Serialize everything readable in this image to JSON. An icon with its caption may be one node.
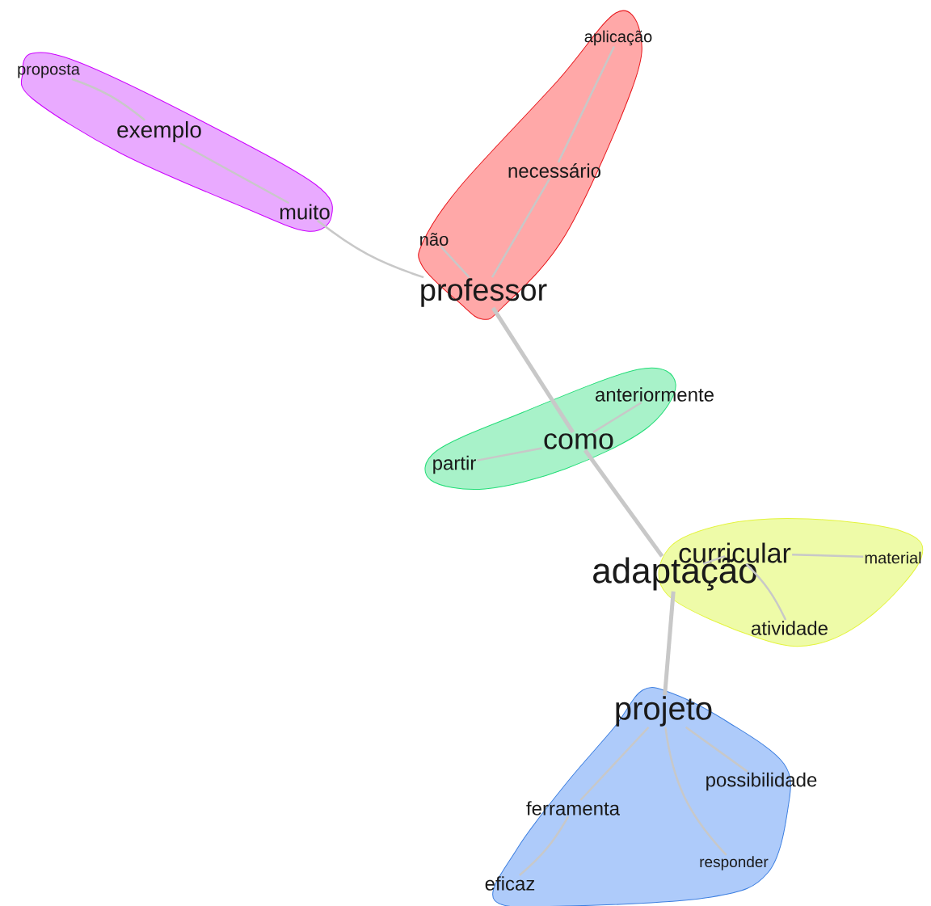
{
  "diagram": {
    "nodes": [
      {
        "text": [],
        "shape": "cloud"
      },
      {
        "text": [
          "proposta"
        ],
        "in": 0
      },
      {
        "text": [
          "exemplo"
        ],
        "in": 0
      },
      {
        "text": [
          "muito"
        ],
        "in": 0
      },
      {
        "text": [],
        "shape": "cloud"
      },
      {
        "text": [
          "aplicação"
        ],
        "in": 4
      },
      {
        "text": [
          "necessário"
        ],
        "in": 4
      },
      {
        "text": [
          "não"
        ],
        "in": 4
      },
      {
        "text": [
          "professor"
        ],
        "in": 4
      },
      {
        "text": [],
        "shape": "cloud"
      },
      {
        "text": [
          "anteriormente"
        ]
      },
      {
        "text": [
          "como"
        ],
        "in": 9
      },
      {
        "text": [
          "partir"
        ],
        "in": 9
      },
      {
        "text": [],
        "shape": "cloud"
      },
      {
        "text": [
          "curricular"
        ],
        "in": 13
      },
      {
        "text": [
          "material"
        ],
        "in": 13
      },
      {
        "text": [
          "adaptação"
        ]
      },
      {
        "text": [
          "atividade"
        ],
        "in": 13
      },
      {
        "text": [
          "projeto"
        ],
        "in": 19
      },
      {
        "text": [],
        "shape": "cloud"
      },
      {
        "text": [
          "possibilidade"
        ]
      },
      {
        "text": [
          "ferramenta"
        ],
        "in": 19
      },
      {
        "text": [
          "responder"
        ],
        "in": 19
      },
      {
        "text": [
          "eficaz"
        ]
      }
    ],
    "edges": [
      {
        "from": 1,
        "to": 2,
        "arrow": "none"
      },
      {
        "from": 2,
        "to": 3,
        "arrow": "none"
      },
      {
        "from": 3,
        "to": 8,
        "arrow": "none"
      },
      {
        "from": 7,
        "to": 8,
        "arrow": "none"
      },
      {
        "from": 5,
        "to": 6,
        "arrow": "none"
      },
      {
        "from": 6,
        "to": 8,
        "arrow": "none"
      },
      {
        "from": 8,
        "to": 11,
        "arrow": "none",
        "style": "thick"
      },
      {
        "from": 11,
        "to": 10,
        "arrow": "none"
      },
      {
        "from": 11,
        "to": 12,
        "arrow": "none"
      },
      {
        "from": 11,
        "to": 16,
        "arrow": "none",
        "style": "thick"
      },
      {
        "from": 16,
        "to": 14,
        "arrow": "none"
      },
      {
        "from": 14,
        "to": 15,
        "arrow": "none"
      },
      {
        "from": 14,
        "to": 17,
        "arrow": "none"
      },
      {
        "from": 16,
        "to": 18,
        "arrow": "none",
        "style": "thick"
      },
      {
        "from": 18,
        "to": 21,
        "arrow": "none"
      },
      {
        "from": 21,
        "to": 23,
        "arrow": "none"
      },
      {
        "from": 18,
        "to": 20,
        "arrow": "none"
      },
      {
        "from": 18,
        "to": 22,
        "arrow": "none"
      }
    ]
  }
}
